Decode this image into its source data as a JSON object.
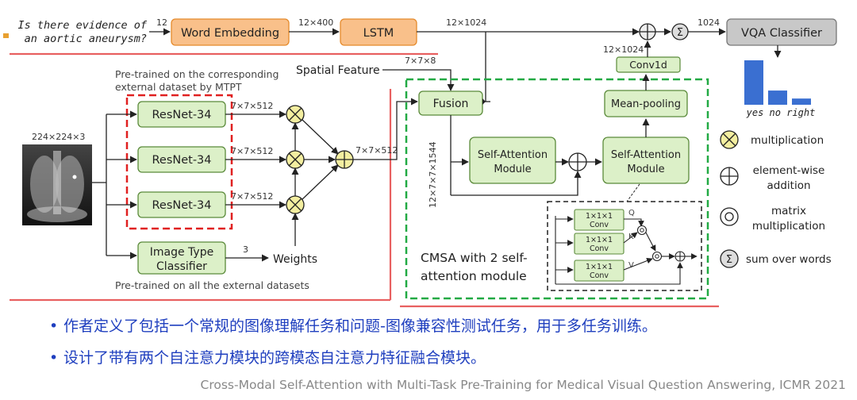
{
  "question": [
    "Is there evidence of",
    "an aortic aneurysm?"
  ],
  "dims": {
    "question_len": "12",
    "emb_out": "12×400",
    "lstm_out": "12×1024",
    "conv_out": "12×1024",
    "cls_in": "1024",
    "spatial": "7×7×8",
    "img_in": "224×224×3",
    "res_out": "7×7×512",
    "add_out": "7×7×512",
    "type_out": "3",
    "fusion_out": "12×7×7×1544"
  },
  "boxes": {
    "word_embedding": "Word Embedding",
    "lstm": "LSTM",
    "vqa_classifier": "VQA Classifier",
    "conv1d": "Conv1d",
    "mean_pooling": "Mean-pooling",
    "fusion": "Fusion",
    "resnet": "ResNet-34",
    "image_type_classifier": [
      "Image Type",
      "Classifier"
    ],
    "sa1": [
      "Self-Attention",
      "Module"
    ],
    "sa2": [
      "Self-Attention",
      "Module"
    ],
    "conv111": [
      "1×1×1",
      "Conv"
    ]
  },
  "labels": {
    "spatial_feature": "Spatial Feature",
    "pretrained_mtpt": [
      "Pre-trained on the corresponding",
      "external dataset by MTPT"
    ],
    "pretrained_all": "Pre-trained on all the external datasets",
    "weights": "Weights",
    "cmsa": [
      "CMSA with 2 self-",
      "attention module"
    ],
    "q": "Q",
    "k": "K",
    "v": "V",
    "yes_no_right": "yes no right"
  },
  "legend": {
    "multiplication": "multiplication",
    "elementwise": [
      "element-wise",
      "addition"
    ],
    "matrix": [
      "matrix",
      "multiplication"
    ],
    "sum": "sum over words"
  },
  "answer_bars": {
    "values": [
      1.0,
      0.32,
      0.14
    ],
    "color": "#3a6fd1"
  },
  "colors": {
    "orange_fill": "#f9c08a",
    "orange_stroke": "#e58a2b",
    "green_fill": "#dcf0c8",
    "green_stroke": "#5a8a3a",
    "gray_fill": "#c8c8c8",
    "red_dash": "#e02020",
    "green_dash": "#22aa44",
    "red_line": "#e86060"
  },
  "bullets": [
    "作者定义了包括一个常规的图像理解任务和问题-图像兼容性测试任务，用于多任务训练。",
    "设计了带有两个自注意力模块的跨模态自注意力特征融合模块。"
  ],
  "citation": "Cross-Modal Self-Attention with Multi-Task Pre-Training for Medical Visual Question Answering, ICMR 2021"
}
